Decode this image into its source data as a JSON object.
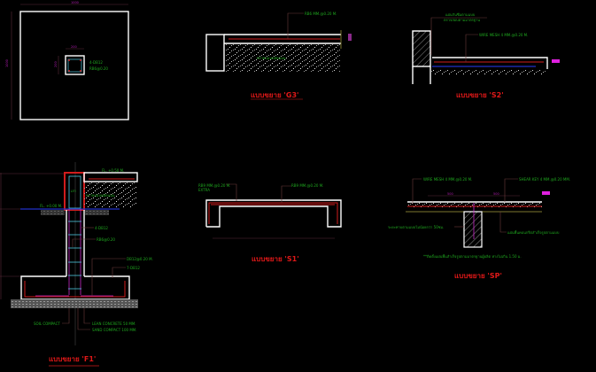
{
  "footing_plan": {
    "dim_width": "1000",
    "dim_height": "1000",
    "col_dim_w": "200",
    "col_dim_h": "200",
    "label_bars": "4-DB12",
    "label_stirrup": "RB6@0.20"
  },
  "detail_g3": {
    "title": "แบบขยาย 'G3'",
    "label_rebar": "RB6 MM.@0.20 M.",
    "label_fill": "ทรายถมบดอัดแน่น"
  },
  "detail_s2": {
    "title": "แบบขยาย 'S2'",
    "label_top1": "แผ่นกันซึมตามแบบ",
    "label_top2": "ตรวจสอบตามมาตรฐาน",
    "label_mesh": "WIRE MESH 4 MM.@0.20 M."
  },
  "detail_f1": {
    "title": "แบบขยาย 'F1'",
    "level_top": "FL. +0.50 M.",
    "level_ground": "FL. +0.00 M.",
    "label_col": "เสา",
    "label_fill": "ทรายถมบดอัดแน่น",
    "label_bars": "4-DB12",
    "label_stirrup": "RB6@0.20",
    "label_bottom_bars": "DB12@0.20 M.",
    "label_cover": "7-DB12",
    "label_soil": "SOIL COMPACT",
    "label_lean": "LEAN CONCRETE 50 MM.",
    "label_sand": "SAND COMPACT 100 MM."
  },
  "detail_s1": {
    "title": "แบบขยาย 'S1'",
    "label_left1": "RB9 MM.@0.20 M.",
    "label_left2": "EXTRA",
    "label_right": "RB9 MM.@0.20 M."
  },
  "detail_sp": {
    "title": "แบบขยาย 'SP'",
    "label_mesh": "WIRE MESH 4 MM.@0.20 M.",
    "label_shear": "SHEAR KEY 4 MM.@0.20 MM.",
    "dim_left": "500",
    "dim_right": "500",
    "label_left": "ระยะทาบตามแบบไม่น้อยกว่า 50ซม.",
    "label_right": "แผ่นพื้นคอนกรีตสำเร็จรูปตามแบบ",
    "note": "**ติดตั้งแผ่นพื้นสำเร็จรูปตามมาตรฐานผู้ผลิต ห่างไม่เกิน 1.50 ม."
  }
}
